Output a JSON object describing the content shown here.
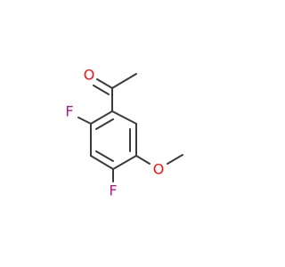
{
  "molecule": {
    "atoms": [
      {
        "id": "O_carbonyl",
        "label": "O",
        "color": "#ff0d0d"
      },
      {
        "id": "F_2",
        "label": "F",
        "color": "#b01a8c"
      },
      {
        "id": "F_4",
        "label": "F",
        "color": "#b01a8c"
      },
      {
        "id": "O_methoxy",
        "label": "O",
        "color": "#ff0d0d"
      }
    ],
    "bond_color": "#3b3b3b",
    "background": "#ffffff"
  }
}
